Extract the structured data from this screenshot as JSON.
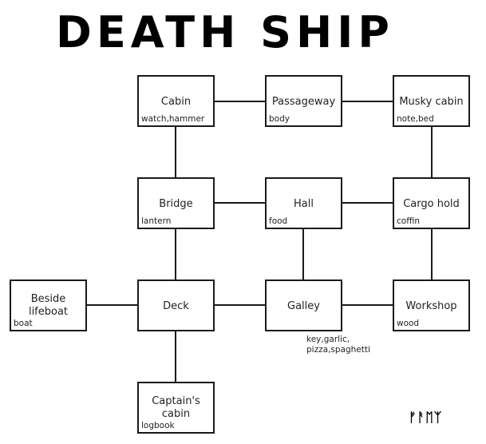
{
  "map": {
    "title": "DEATH SHIP",
    "signature": "ᚠᚨᛖᛉ"
  },
  "rooms": {
    "cabin": {
      "name": "Cabin",
      "items": "watch,hammer"
    },
    "passageway": {
      "name": "Passageway",
      "items": "body"
    },
    "musky_cabin": {
      "name": "Musky cabin",
      "items": "note,bed"
    },
    "bridge": {
      "name": "Bridge",
      "items": "lantern"
    },
    "hall": {
      "name": "Hall",
      "items": "food"
    },
    "cargo_hold": {
      "name": "Cargo hold",
      "items": "coffin"
    },
    "beside_lifeboat": {
      "name": "Beside lifeboat",
      "items": "boat"
    },
    "deck": {
      "name": "Deck",
      "items": ""
    },
    "galley": {
      "name": "Galley",
      "items_line1": "key,garlic,",
      "items_line2": "pizza,spaghetti"
    },
    "workshop": {
      "name": "Workshop",
      "items": "wood"
    },
    "captains_cabin": {
      "name": "Captain's cabin",
      "items": "logbook"
    }
  }
}
